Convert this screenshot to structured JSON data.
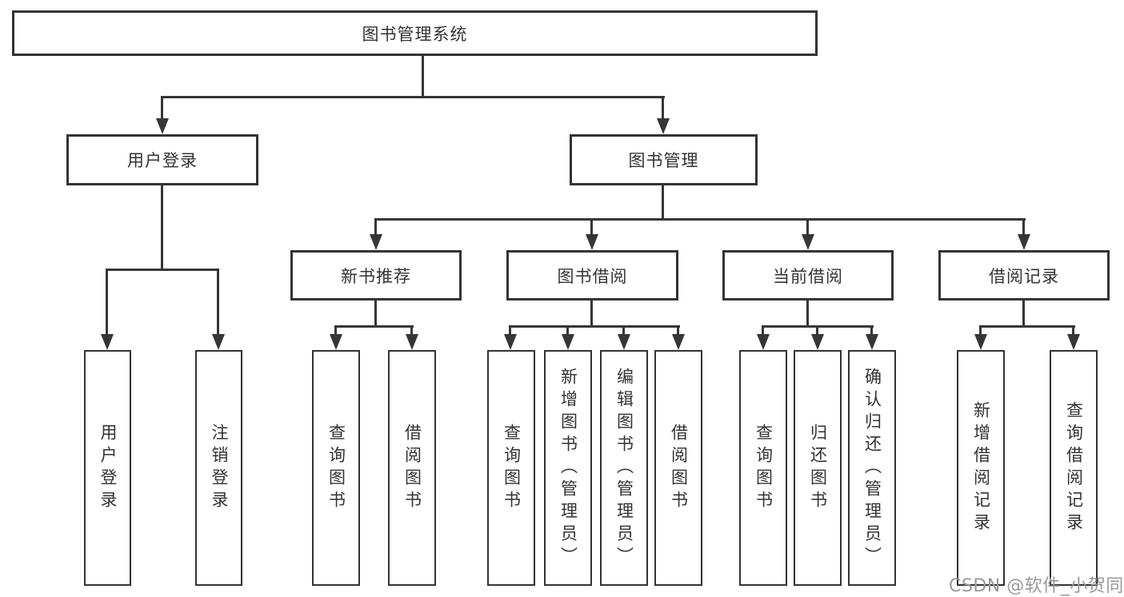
{
  "nodes": {
    "root": "图书管理系统",
    "level2": [
      "用户登录",
      "图书管理"
    ],
    "level3": [
      "新书推荐",
      "图书借阅",
      "当前借阅",
      "借阅记录"
    ],
    "leaves_user": [
      "用户登录",
      "注销登录"
    ],
    "leaves_newbook": [
      "查询图书",
      "借阅图书"
    ],
    "leaves_borrow": [
      "查询图书",
      "新增图书（管理员）",
      "编辑图书（管理员）",
      "借阅图书"
    ],
    "leaves_current": [
      "查询图书",
      "归还图书",
      "确认归还（管理员）"
    ],
    "leaves_records": [
      "新增借阅记录",
      "查询借阅记录"
    ]
  },
  "watermark": "CSDN @软件_小贺同学",
  "colors": {
    "line": "#363636",
    "box_border": "#333333",
    "box_fill": "#ffffff",
    "text": "#333333",
    "watermark": "#999999",
    "background": "#ffffff"
  }
}
